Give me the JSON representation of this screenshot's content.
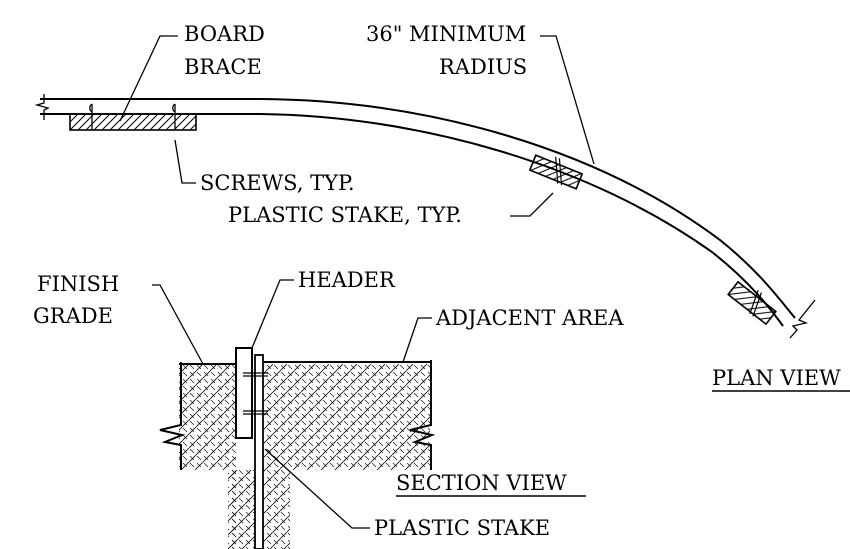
{
  "labels": {
    "board_brace": [
      "BOARD",
      "BRACE"
    ],
    "min_radius": [
      "36\" MINIMUM",
      "RADIUS"
    ],
    "screws": "SCREWS, TYP.",
    "plastic_stake_typ": "PLASTIC STAKE, TYP.",
    "finish_grade": [
      "FINISH",
      "GRADE"
    ],
    "header": "HEADER",
    "adjacent_area": "ADJACENT AREA",
    "plan_view": "PLAN VIEW",
    "section_view": "SECTION VIEW",
    "plastic_stake": "PLASTIC STAKE"
  },
  "colors": {
    "line": "#000000",
    "background": "#ffffff"
  }
}
